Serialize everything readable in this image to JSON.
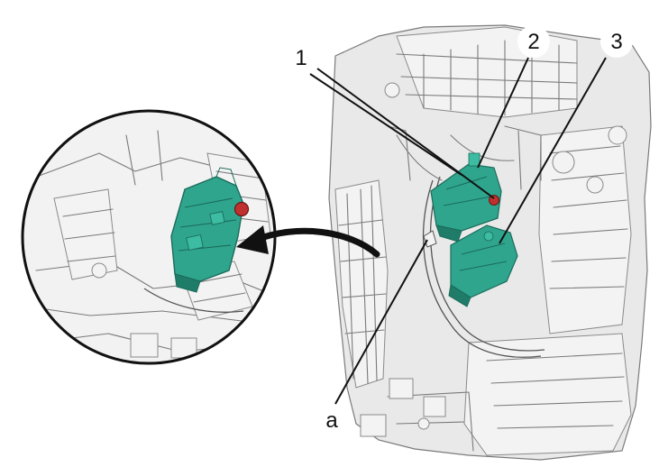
{
  "callouts": {
    "c1": "1",
    "c2": "2",
    "c3": "3",
    "ca": "a"
  },
  "colors": {
    "component": "#2fa58e",
    "component_shade": "#1f7c69",
    "screw": "#c0302e",
    "line_art": "#7a7a7a",
    "callout": "#111111"
  }
}
